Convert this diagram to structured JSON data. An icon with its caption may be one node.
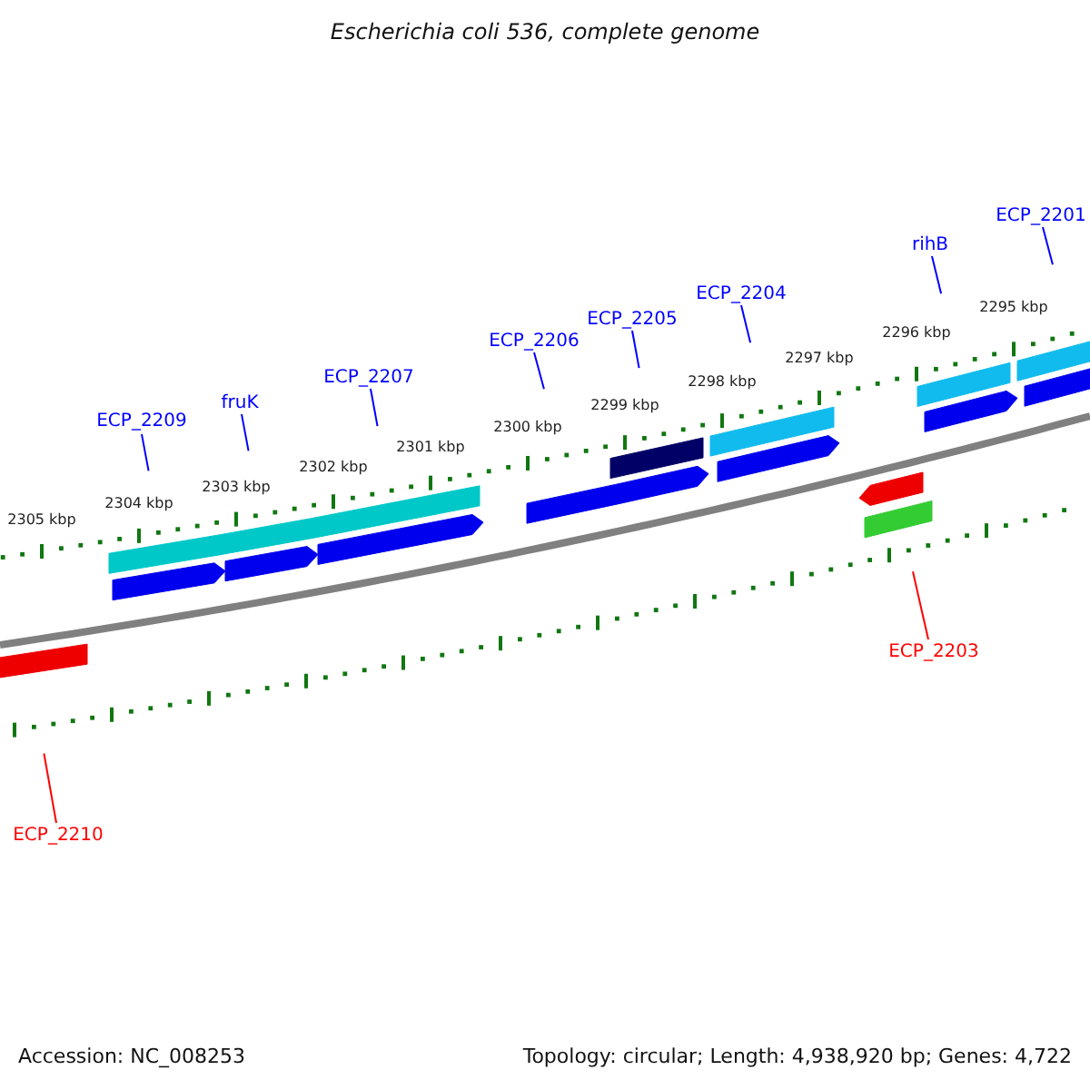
{
  "diagram": {
    "title": "Escherichia coli 536, complete genome",
    "nodes": [
      {
        "text": [
          "ECP_2209"
        ]
      },
      {
        "text": [
          "fruK"
        ]
      },
      {
        "text": [
          "ECP_2207"
        ]
      },
      {
        "text": [
          "ECP_2206"
        ]
      },
      {
        "text": [
          "ECP_2205"
        ]
      },
      {
        "text": [
          "ECP_2204"
        ]
      },
      {
        "text": [
          "rihB"
        ]
      },
      {
        "text": [
          "ECP_2201"
        ]
      },
      {
        "text": [
          "ECP_2203"
        ]
      },
      {
        "text": [
          "ECP_2210"
        ]
      }
    ],
    "edges": [
      {
        "from": 0,
        "to": null,
        "arrow": "none"
      },
      {
        "from": 1,
        "to": null,
        "arrow": "none"
      },
      {
        "from": 2,
        "to": null,
        "arrow": "none"
      },
      {
        "from": 3,
        "to": null,
        "arrow": "none"
      },
      {
        "from": 4,
        "to": null,
        "arrow": "none"
      },
      {
        "from": 5,
        "to": null,
        "arrow": "none"
      },
      {
        "from": 6,
        "to": null,
        "arrow": "none"
      },
      {
        "from": 7,
        "to": null,
        "arrow": "none"
      },
      {
        "from": 8,
        "to": null,
        "arrow": "none",
        "color": "#ff0000"
      },
      {
        "from": 9,
        "to": null,
        "arrow": "none",
        "color": "#ff0000"
      }
    ],
    "labels": [
      "2305 kbp",
      "2304 kbp",
      "2303 kbp",
      "2302 kbp",
      "2301 kbp",
      "2300 kbp",
      "2299 kbp",
      "2298 kbp",
      "2297 kbp",
      "2296 kbp",
      "2295 kbp",
      "Accession: NC_008253",
      "Topology: circular; Length: 4,938,920 bp; Genes: 4,722"
    ]
  }
}
